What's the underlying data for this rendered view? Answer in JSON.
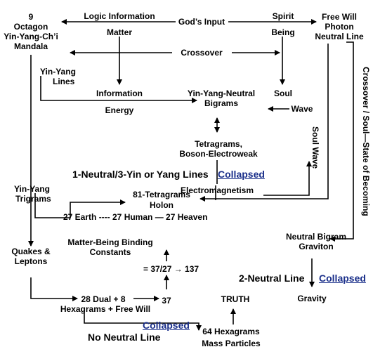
{
  "top": {
    "nine": "9",
    "octagon": "Octagon",
    "yin_yang_chi": "Yin-Yang-Ch’i",
    "mandala": "Mandala",
    "logic_information": "Logic Information",
    "matter": "Matter",
    "gods_input": "God’s Input",
    "spirit": "Spirit",
    "being": "Being",
    "free_will": "Free Will",
    "photon": "Photon",
    "neutral_line": "Neutral Line",
    "crossover": "Crossover"
  },
  "mid": {
    "yin_yang_lines_1": "Yin-Yang",
    "yin_yang_lines_2": "Lines",
    "information": "Information",
    "energy": "Energy",
    "bigrams_1": "Yin-Yang-Neutral",
    "bigrams_2": "Bigrams",
    "soul": "Soul",
    "wave": "Wave",
    "tetragrams_1": "Tetragrams,",
    "tetragrams_2": "Boson-Electroweak",
    "one_neutral": "1-Neutral/3-Yin or Yang Lines",
    "collapsed_1": "Collapsed",
    "electromagnetism": "Electromagnetism",
    "soul_wave_vertical": "Soul Wave",
    "side_vertical": "Crossover / Soul—State of Becoming"
  },
  "lower": {
    "yy_trigrams_1": "Yin-Yang",
    "yy_trigrams_2": "Trigrams",
    "tetragrams81_1": "81-Tetragrams",
    "tetragrams81_2": "Holon",
    "earth_human_heaven": "27 Earth ---- 27 Human — 27 Heaven",
    "quakes_1": "Quakes &",
    "quakes_2": "Leptons",
    "binding_1": "Matter-Being Binding",
    "binding_2": "Constants",
    "ratio": "= 37/27 → 137",
    "neutral_bigram_1": "Neutral Bigram",
    "neutral_bigram_2": "Graviton",
    "two_neutral": "2-Neutral Line",
    "collapsed_2": "Collapsed",
    "gravity": "Gravity",
    "dual_1": "28 Dual + 8",
    "dual_2": "Hexagrams + Free Will",
    "thirty_seven": "37",
    "truth": "TRUTH",
    "collapsed_3": "Collapsed",
    "no_neutral": "No Neutral Line",
    "hex64_1": "64 Hexagrams",
    "hex64_2": "Mass Particles"
  }
}
